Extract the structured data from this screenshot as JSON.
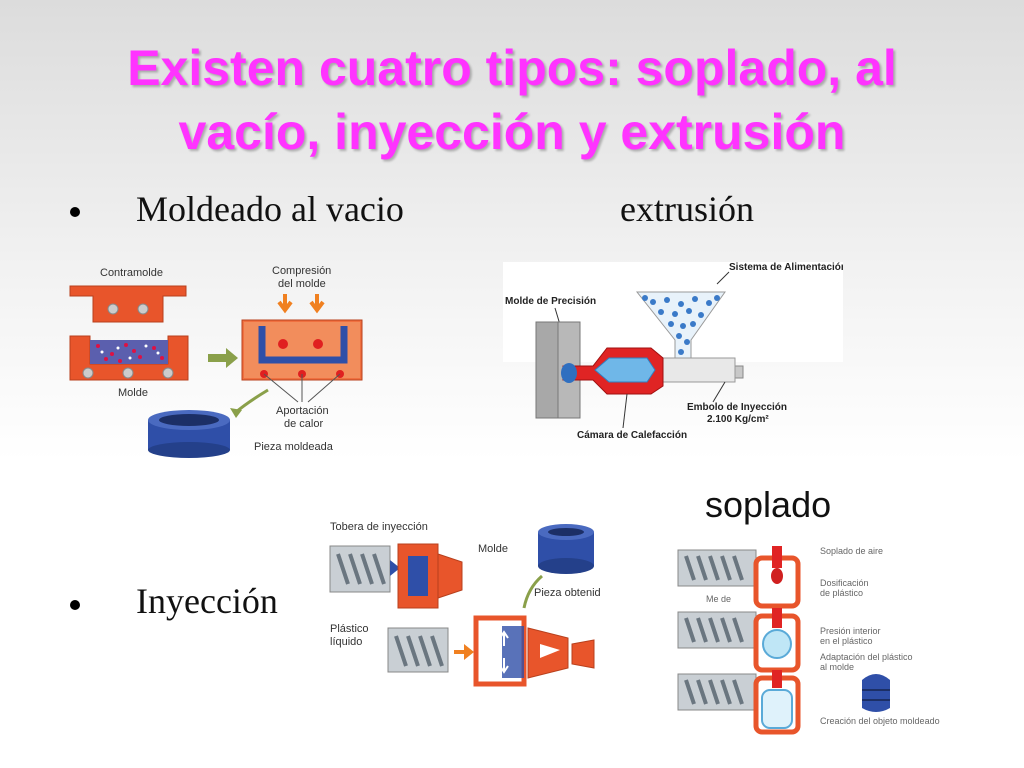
{
  "title": {
    "line1": "Existen cuatro tipos: soplado, al",
    "line2": "vacío, inyección y extrusión"
  },
  "labels": {
    "vacio": "Moldeado al vacio",
    "extrusion": "extrusión",
    "soplado": "soplado",
    "inyeccion": "Inyección"
  },
  "diagram_vacio": {
    "contramolde": "Contramolde",
    "compresion_1": "Compresión",
    "compresion_2": "del molde",
    "molde": "Molde",
    "aportacion_1": "Aportación",
    "aportacion_2": "de calor",
    "pieza": "Pieza moldeada"
  },
  "diagram_extrusion": {
    "alimentacion": "Sistema de Alimentación",
    "molde_precision": "Molde de Precisión",
    "embolo_1": "Embolo de Inyección",
    "embolo_2": "2.100 Kg/cm²",
    "camara": "Cámara de Calefacción"
  },
  "diagram_inyeccion": {
    "tobera": "Tobera de inyección",
    "molde": "Molde",
    "plastico_1": "Plástico",
    "plastico_2": "líquido",
    "pieza": "Pieza obtenida"
  },
  "diagram_soplado": {
    "soplado_aire": "Soplado de aire",
    "dosificacion_1": "Dosificación",
    "dosificacion_2": "de plástico",
    "molde": "Me de",
    "presion_1": "Presión interior",
    "presion_2": "en el plástico",
    "adaptacion_1": "Adaptación del plástico",
    "adaptacion_2": "al molde",
    "creacion": "Creación del objeto moldeado"
  },
  "colors": {
    "title": "#ff33ff",
    "mold_orange": "#e8552b",
    "plastic_blue": "#2f4fa8",
    "screw_gray": "#7c8a95"
  }
}
